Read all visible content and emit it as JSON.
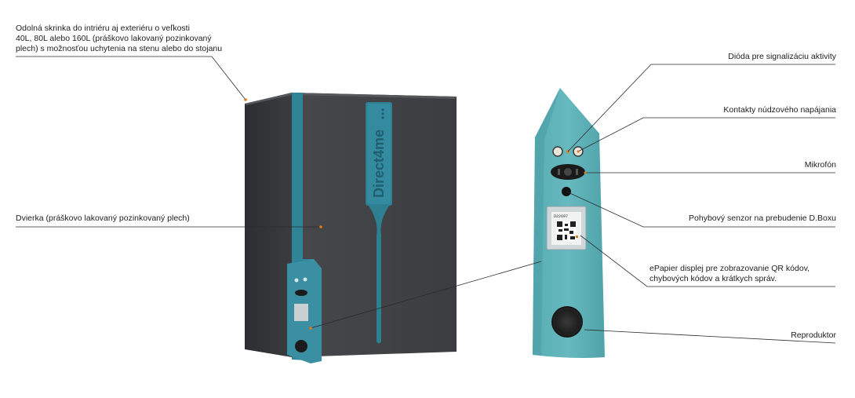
{
  "colors": {
    "accent": "#3a8ea0",
    "panel": "#5fb3b8",
    "cabinet": "#3b3d41",
    "leader_dot": "#e07b1a"
  },
  "brand": "Direct4me",
  "labels": {
    "cabinet": "Odolná skrinka do intriéru aj exteriéru o veľkosti\n40L, 80L alebo 160L (práškovo lakovaný pozinkovaný\nplech) s možnosťou uchytenia na stenu alebo do stojanu",
    "door": "Dvierka (práškovo lakovaný pozinkovaný plech)",
    "diode": "Dióda pre signalizáciu aktivity",
    "contacts": "Kontakty núdzového napájania",
    "microphone": "Mikrofón",
    "motion_sensor": "Pohybový senzor na prebudenie D.Boxu",
    "epaper": "ePapier displej pre zobrazovanie QR kódov,\nchybových kódov a krátkych správ.",
    "speaker": "Reproduktor"
  },
  "display_code": "D22697"
}
